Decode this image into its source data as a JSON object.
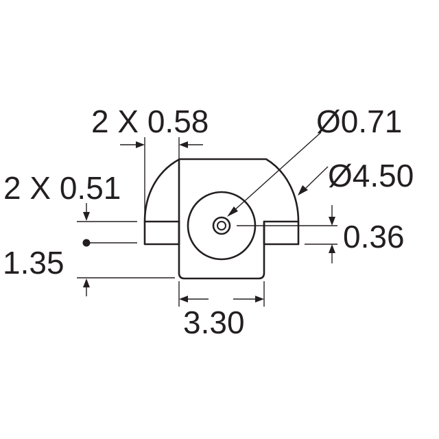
{
  "dimensions": {
    "lead_width": "2 X 0.58",
    "lead_thickness": "2 X 0.51",
    "hole_diameter": "Ø0.71",
    "body_diameter": "Ø4.50",
    "lead_offset": "0.36",
    "height": "1.35",
    "width": "3.30"
  },
  "colors": {
    "line": "#231f20",
    "background": "#ffffff"
  }
}
